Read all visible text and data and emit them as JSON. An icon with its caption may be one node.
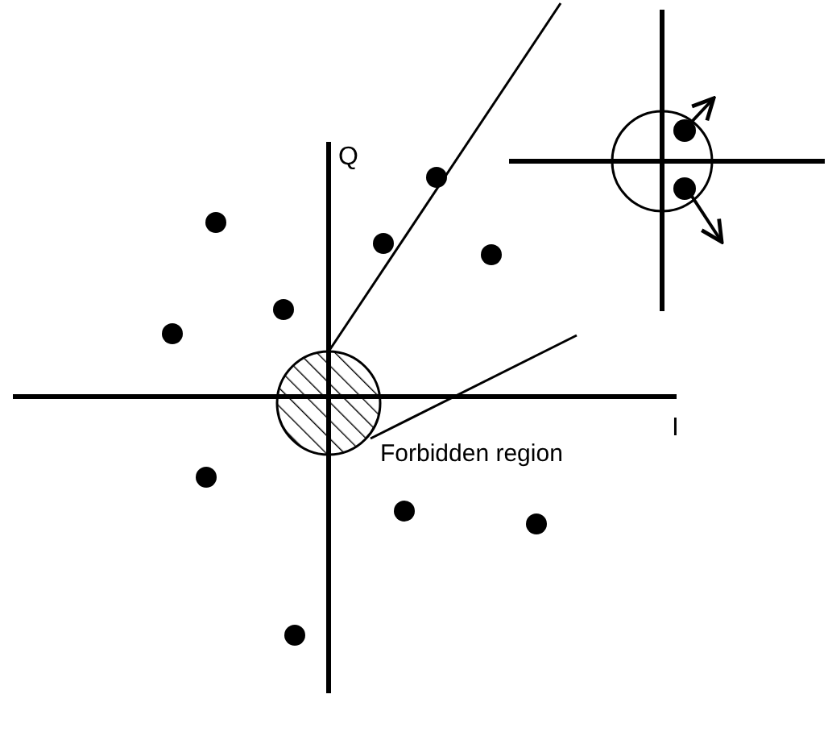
{
  "diagram": {
    "labels": [
      "Q",
      "Forbidden region",
      "I"
    ]
  }
}
